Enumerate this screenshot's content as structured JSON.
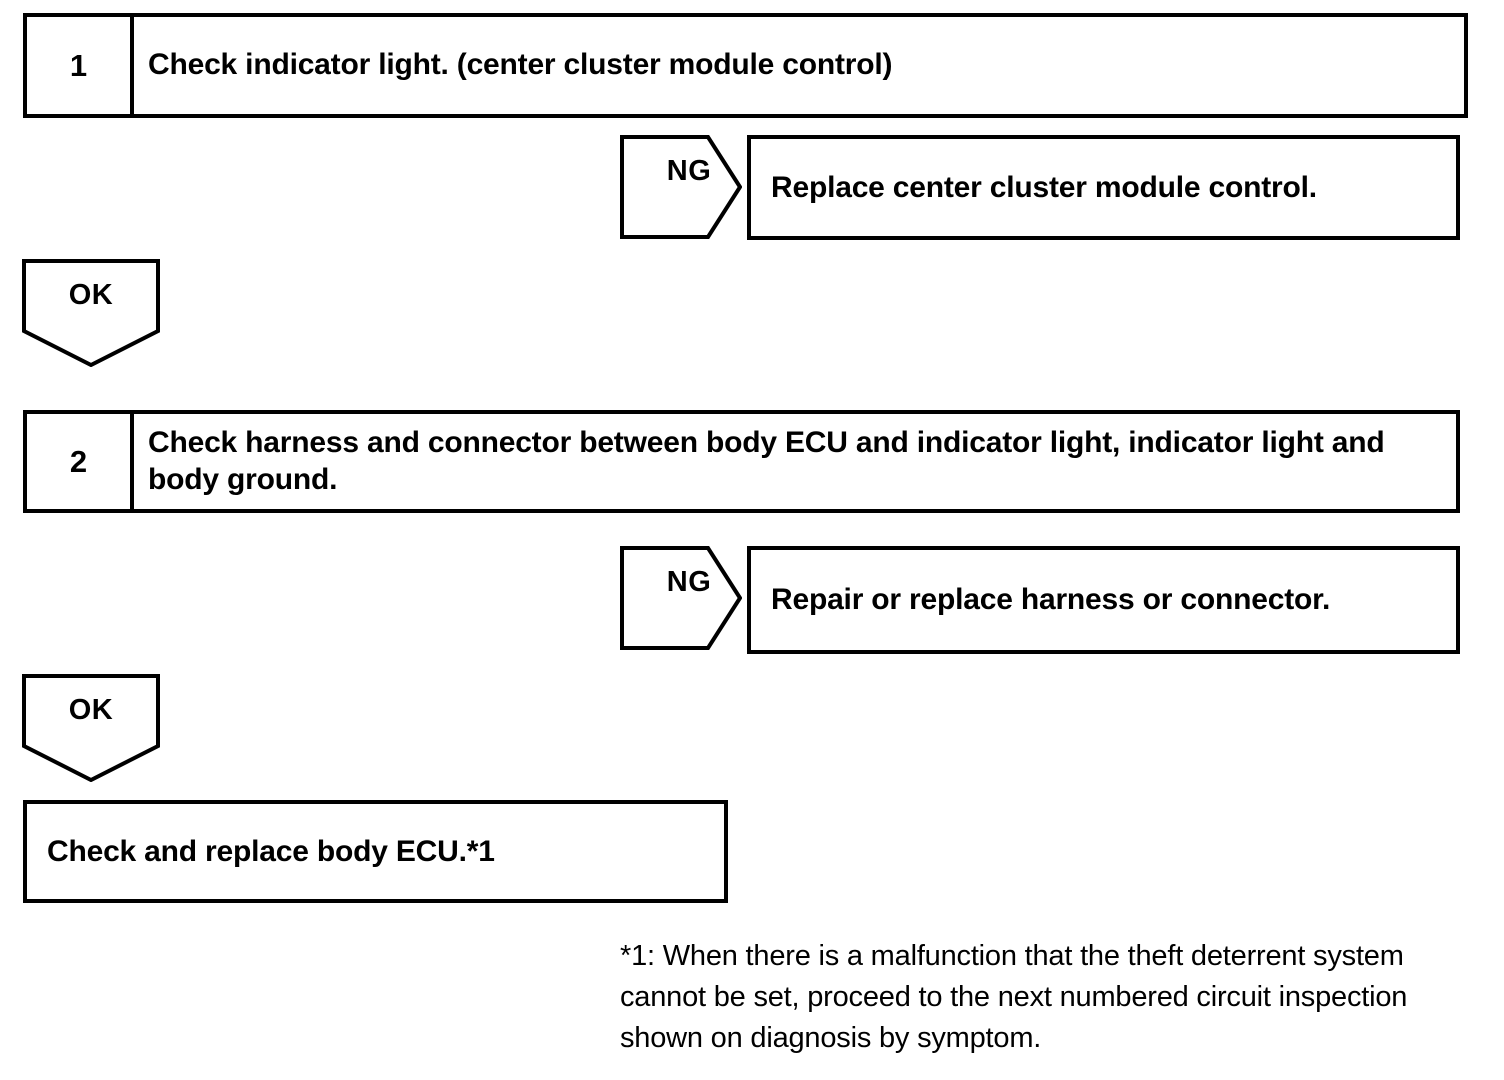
{
  "document": {
    "type": "troubleshooting-flowchart",
    "ink_color": "#000000",
    "background_color": "#ffffff"
  },
  "steps": [
    {
      "number": "1",
      "text": "Check indicator light. (center cluster module control)"
    },
    {
      "number": "2",
      "text": "Check harness and connector between body ECU and indicator light, indicator light and body ground."
    }
  ],
  "branches": [
    {
      "label": "NG",
      "action": "Replace center cluster module control."
    },
    {
      "label": "NG",
      "action": "Repair or replace harness or connector."
    }
  ],
  "pass_tags": [
    {
      "label": "OK"
    },
    {
      "label": "OK"
    }
  ],
  "final": {
    "text": "Check and replace body ECU.*1"
  },
  "footnote": {
    "text": "*1: When there is a malfunction that the theft deterrent system cannot be set, proceed to the next numbered circuit inspection shown on diagnosis by symptom."
  }
}
